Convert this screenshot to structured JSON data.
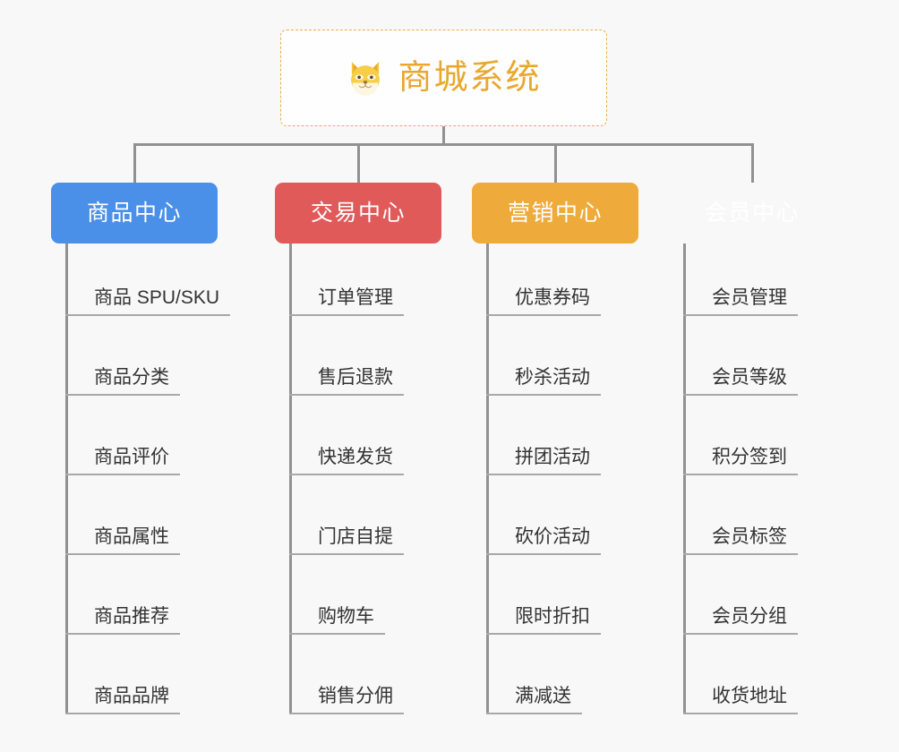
{
  "background_color": "#f8f8f8",
  "root": {
    "title": "商城系统",
    "icon": "shiba-dog-icon",
    "text_color": "#e8a82e",
    "border_color": "#e8ae4e"
  },
  "connector_color": "#919191",
  "columns": [
    {
      "label": "商品中心",
      "color": "#4a90e8",
      "items": [
        "商品 SPU/SKU",
        "商品分类",
        "商品评价",
        "商品属性",
        "商品推荐",
        "商品品牌"
      ]
    },
    {
      "label": "交易中心",
      "color": "#e15a5a",
      "items": [
        "订单管理",
        "售后退款",
        "快递发货",
        "门店自提",
        "购物车",
        "销售分佣"
      ]
    },
    {
      "label": "营销中心",
      "color": "#eeab3c",
      "items": [
        "优惠券码",
        "秒杀活动",
        "拼团活动",
        "砍价活动",
        "限时折扣",
        "满减送"
      ]
    },
    {
      "label": "会员中心",
      "color": "#79c council",
      "items": [
        "会员管理",
        "会员等级",
        "积分签到",
        "会员标签",
        "会员分组",
        "收货地址"
      ]
    }
  ]
}
